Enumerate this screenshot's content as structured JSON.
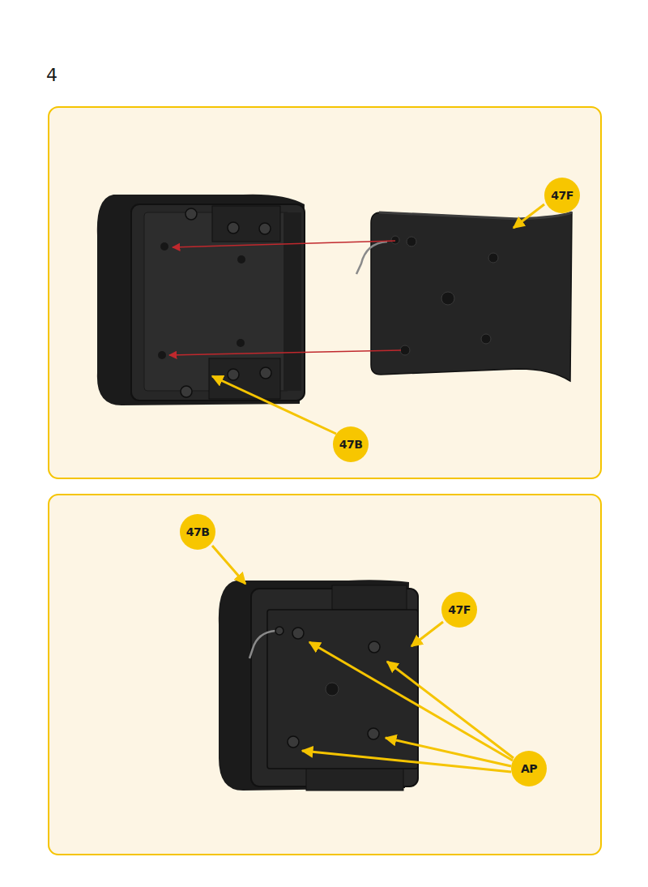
{
  "diagram": {
    "nodes": [
      {
        "text": [
          "47F"
        ]
      },
      {
        "text": [
          "47B"
        ]
      },
      {
        "text": [
          "47B"
        ]
      },
      {
        "text": [
          "47F"
        ]
      },
      {
        "text": [
          "AP"
        ]
      }
    ],
    "labels": [
      "4"
    ]
  }
}
